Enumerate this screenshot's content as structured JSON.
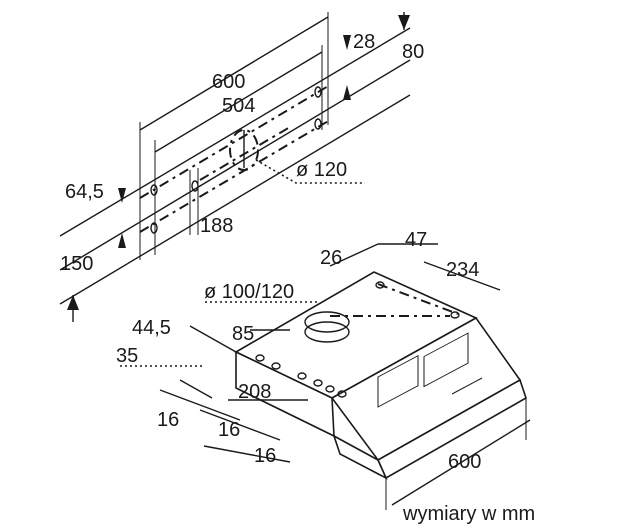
{
  "diagram": {
    "top_view": {
      "width_600": "600",
      "spacing_504": "504",
      "offset_28": "28",
      "depth_80": "80",
      "duct_diameter": "ø 120",
      "edge_64_5": "64,5",
      "height_150": "150",
      "spacing_188": "188"
    },
    "hood_view": {
      "edge_26": "26",
      "edge_47": "47",
      "depth_234": "234",
      "duct_outlet": "ø 100/120",
      "offset_44_5": "44,5",
      "offset_85": "85",
      "offset_35": "35",
      "offset_208": "208",
      "gap_16_a": "16",
      "gap_16_b": "16",
      "gap_16_c": "16",
      "width_600": "600"
    },
    "units_note": "wymiary w mm"
  },
  "colors": {
    "line": "#1a1a1a",
    "background": "#ffffff"
  }
}
